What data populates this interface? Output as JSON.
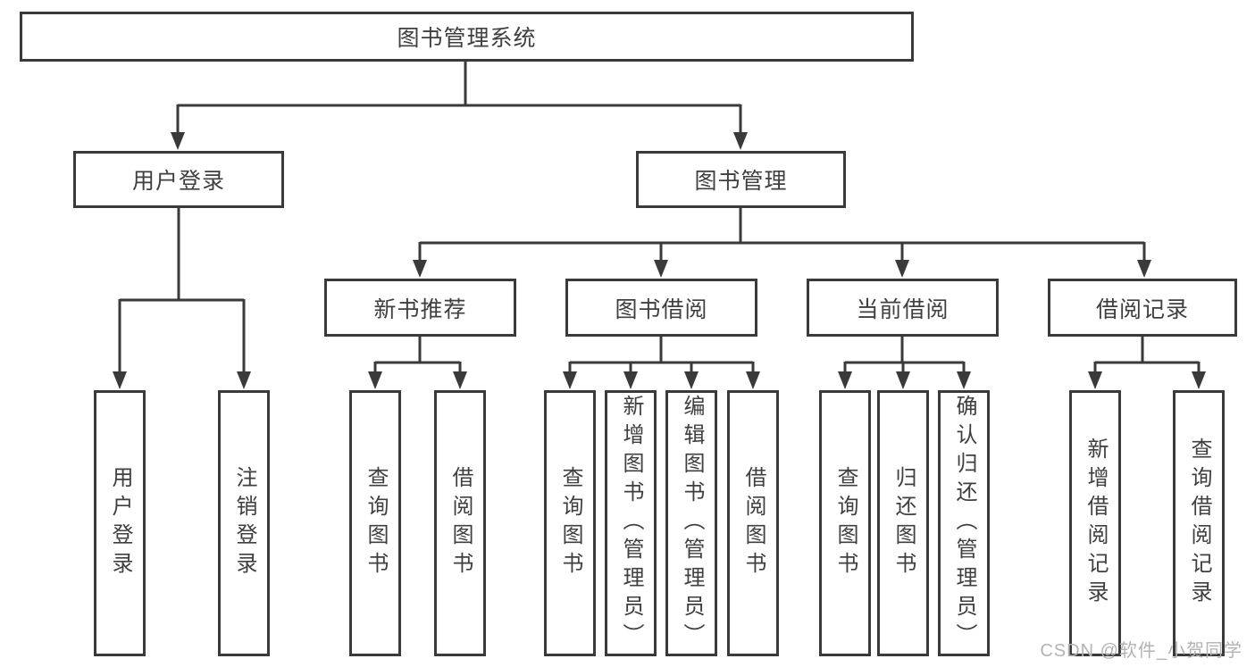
{
  "tree": {
    "root": {
      "label": "图书管理系统"
    },
    "level1": [
      {
        "label": "用户登录"
      },
      {
        "label": "图书管理"
      }
    ],
    "level2": [
      {
        "label": "新书推荐",
        "parent": "图书管理"
      },
      {
        "label": "图书借阅",
        "parent": "图书管理"
      },
      {
        "label": "当前借阅",
        "parent": "图书管理"
      },
      {
        "label": "借阅记录",
        "parent": "图书管理"
      }
    ],
    "leaves": [
      {
        "label": "用户登录",
        "parent": "用户登录"
      },
      {
        "label": "注销登录",
        "parent": "用户登录"
      },
      {
        "label": "查询图书",
        "parent": "新书推荐"
      },
      {
        "label": "借阅图书",
        "parent": "新书推荐"
      },
      {
        "label": "查询图书",
        "parent": "图书借阅"
      },
      {
        "label": "新增图书（管理员）",
        "parent": "图书借阅"
      },
      {
        "label": "编辑图书（管理员）",
        "parent": "图书借阅"
      },
      {
        "label": "借阅图书",
        "parent": "图书借阅"
      },
      {
        "label": "查询图书",
        "parent": "当前借阅"
      },
      {
        "label": "归还图书",
        "parent": "当前借阅"
      },
      {
        "label": "确认归还（管理员）",
        "parent": "当前借阅"
      },
      {
        "label": "新增借阅记录",
        "parent": "借阅记录"
      },
      {
        "label": "查询借阅记录",
        "parent": "借阅记录"
      }
    ]
  },
  "watermark": "CSDN @软件_小贺同学",
  "colors": {
    "line": "#3a3a3a",
    "text": "#3f3f3f",
    "watermark": "#b5b2b2",
    "background": "#ffffff"
  }
}
